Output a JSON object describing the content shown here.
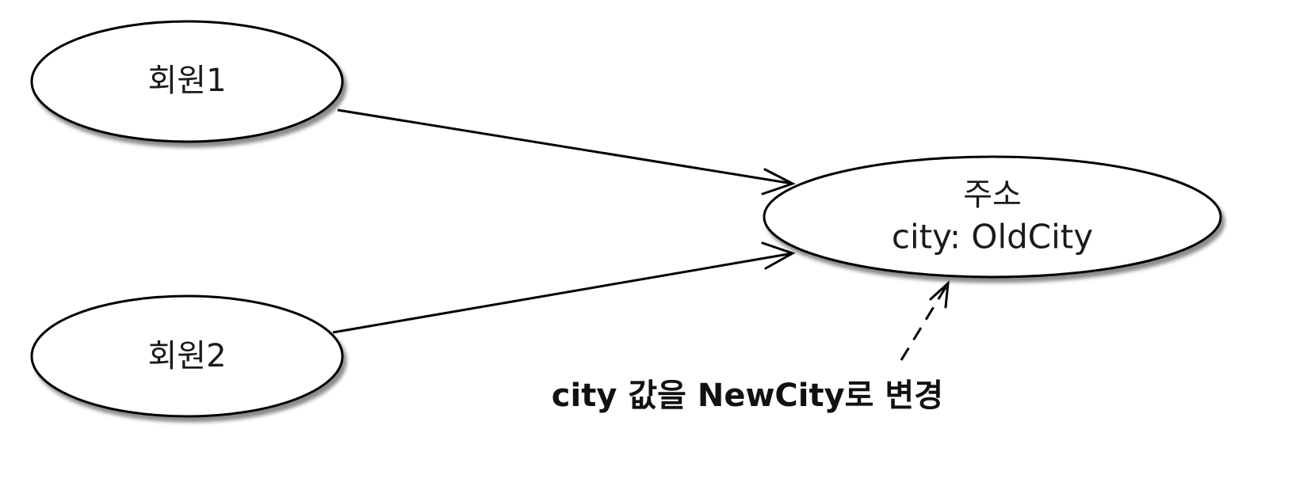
{
  "nodes": {
    "member1": {
      "label": "회원1"
    },
    "member2": {
      "label": "회원2"
    },
    "address": {
      "label": "주소",
      "attribute": "city: OldCity"
    }
  },
  "annotation": {
    "text": "city 값을 NewCity로 변경"
  }
}
